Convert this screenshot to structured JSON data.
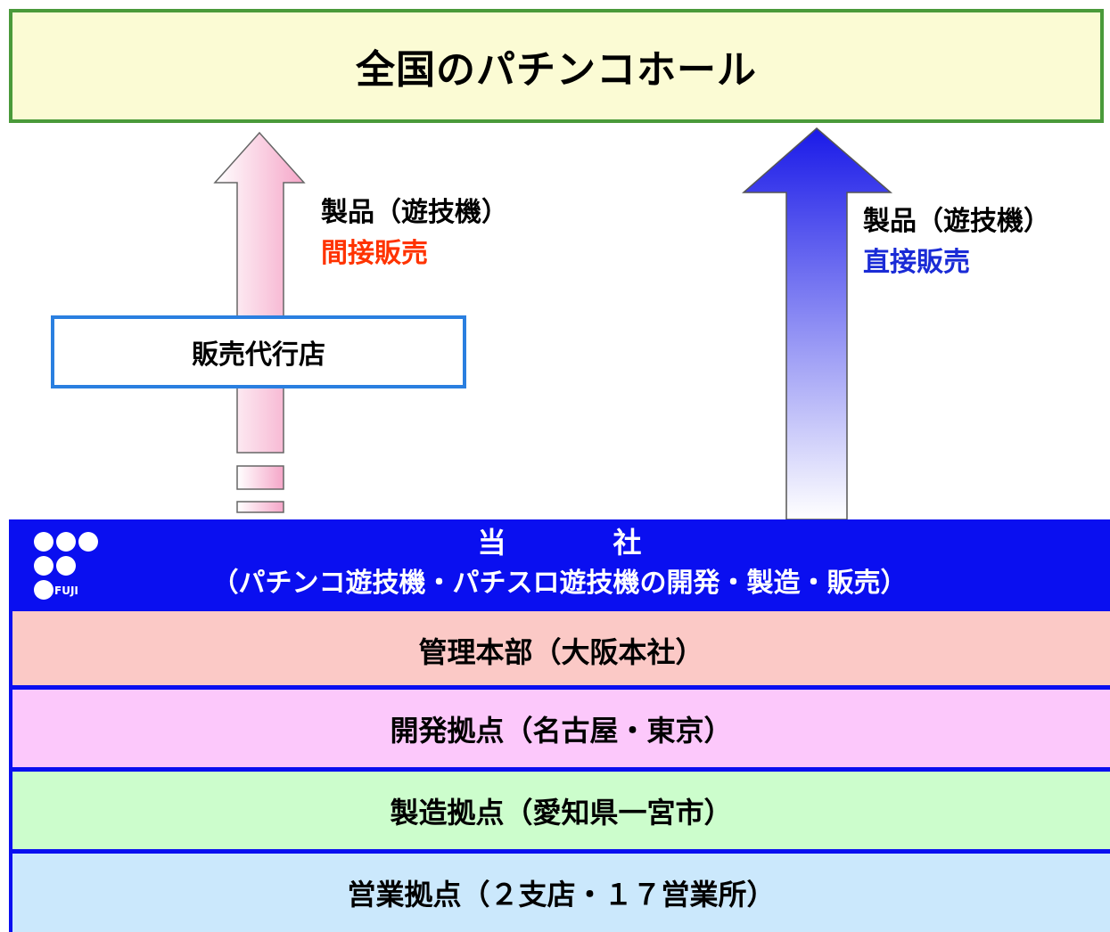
{
  "top_box": {
    "title": "全国のパチンコホール"
  },
  "left_arrow": {
    "label_line1": "製品（遊技機）",
    "label_line2": "間接販売",
    "color_start": "#ffffff",
    "color_end": "#f5a6c8"
  },
  "right_arrow": {
    "label_line1": "製品（遊技機）",
    "label_line2": "直接販売",
    "color_start": "#1a1ae8",
    "color_end": "#ffffff"
  },
  "agency": {
    "label": "販売代行店"
  },
  "company": {
    "title_part1": "当",
    "title_part2": "社",
    "subtitle": "（パチンコ遊技機・パチスロ遊技機の開発・製造・販売）",
    "logo_text": "FUJI"
  },
  "divisions": [
    {
      "label": "管理本部（大阪本社）",
      "color": "#fbc9c6"
    },
    {
      "label": "開発拠点（名古屋・東京）",
      "color": "#fcc8fb"
    },
    {
      "label": "製造拠点（愛知県一宮市）",
      "color": "#ccfdcc"
    },
    {
      "label": "営業拠点（２支店・１７営業所）",
      "color": "#cbe8fc"
    }
  ]
}
